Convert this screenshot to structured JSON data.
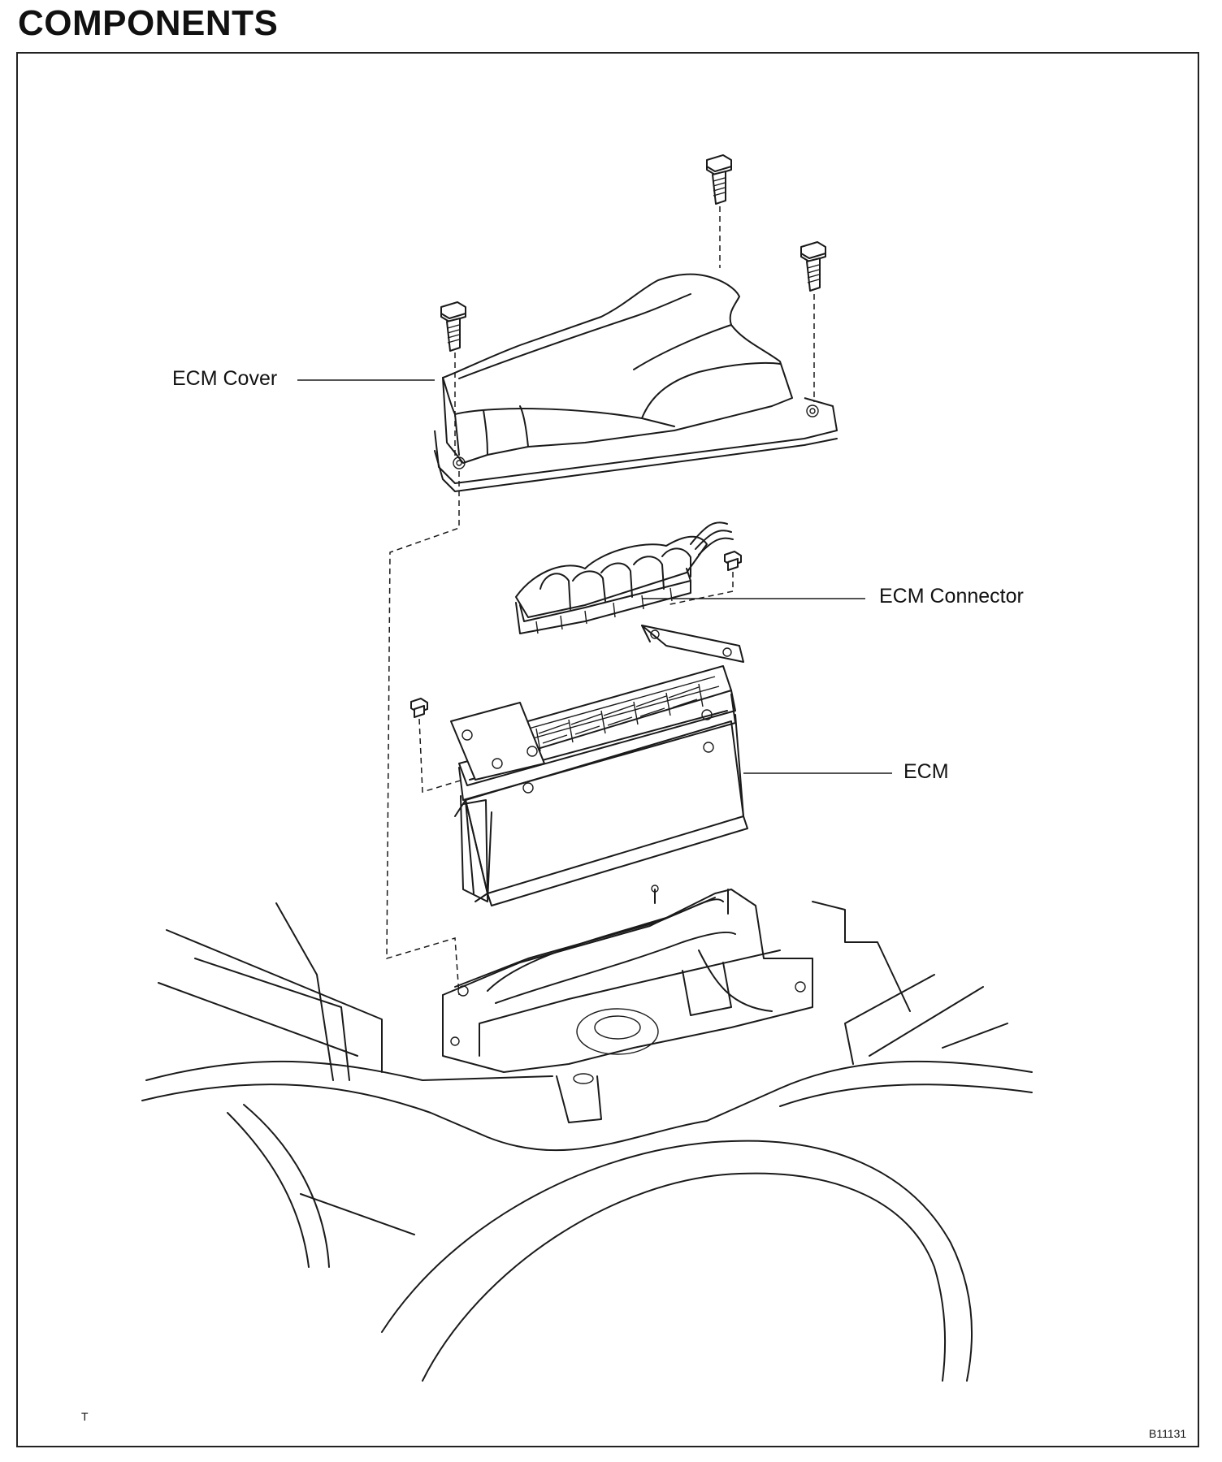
{
  "title": "COMPONENTS",
  "labels": {
    "cover": "ECM Cover",
    "connector": "ECM Connector",
    "ecm": "ECM"
  },
  "corner_marks": {
    "left": "T",
    "right": "B11131"
  },
  "icons": [
    "bolt-icon",
    "nut-icon"
  ]
}
